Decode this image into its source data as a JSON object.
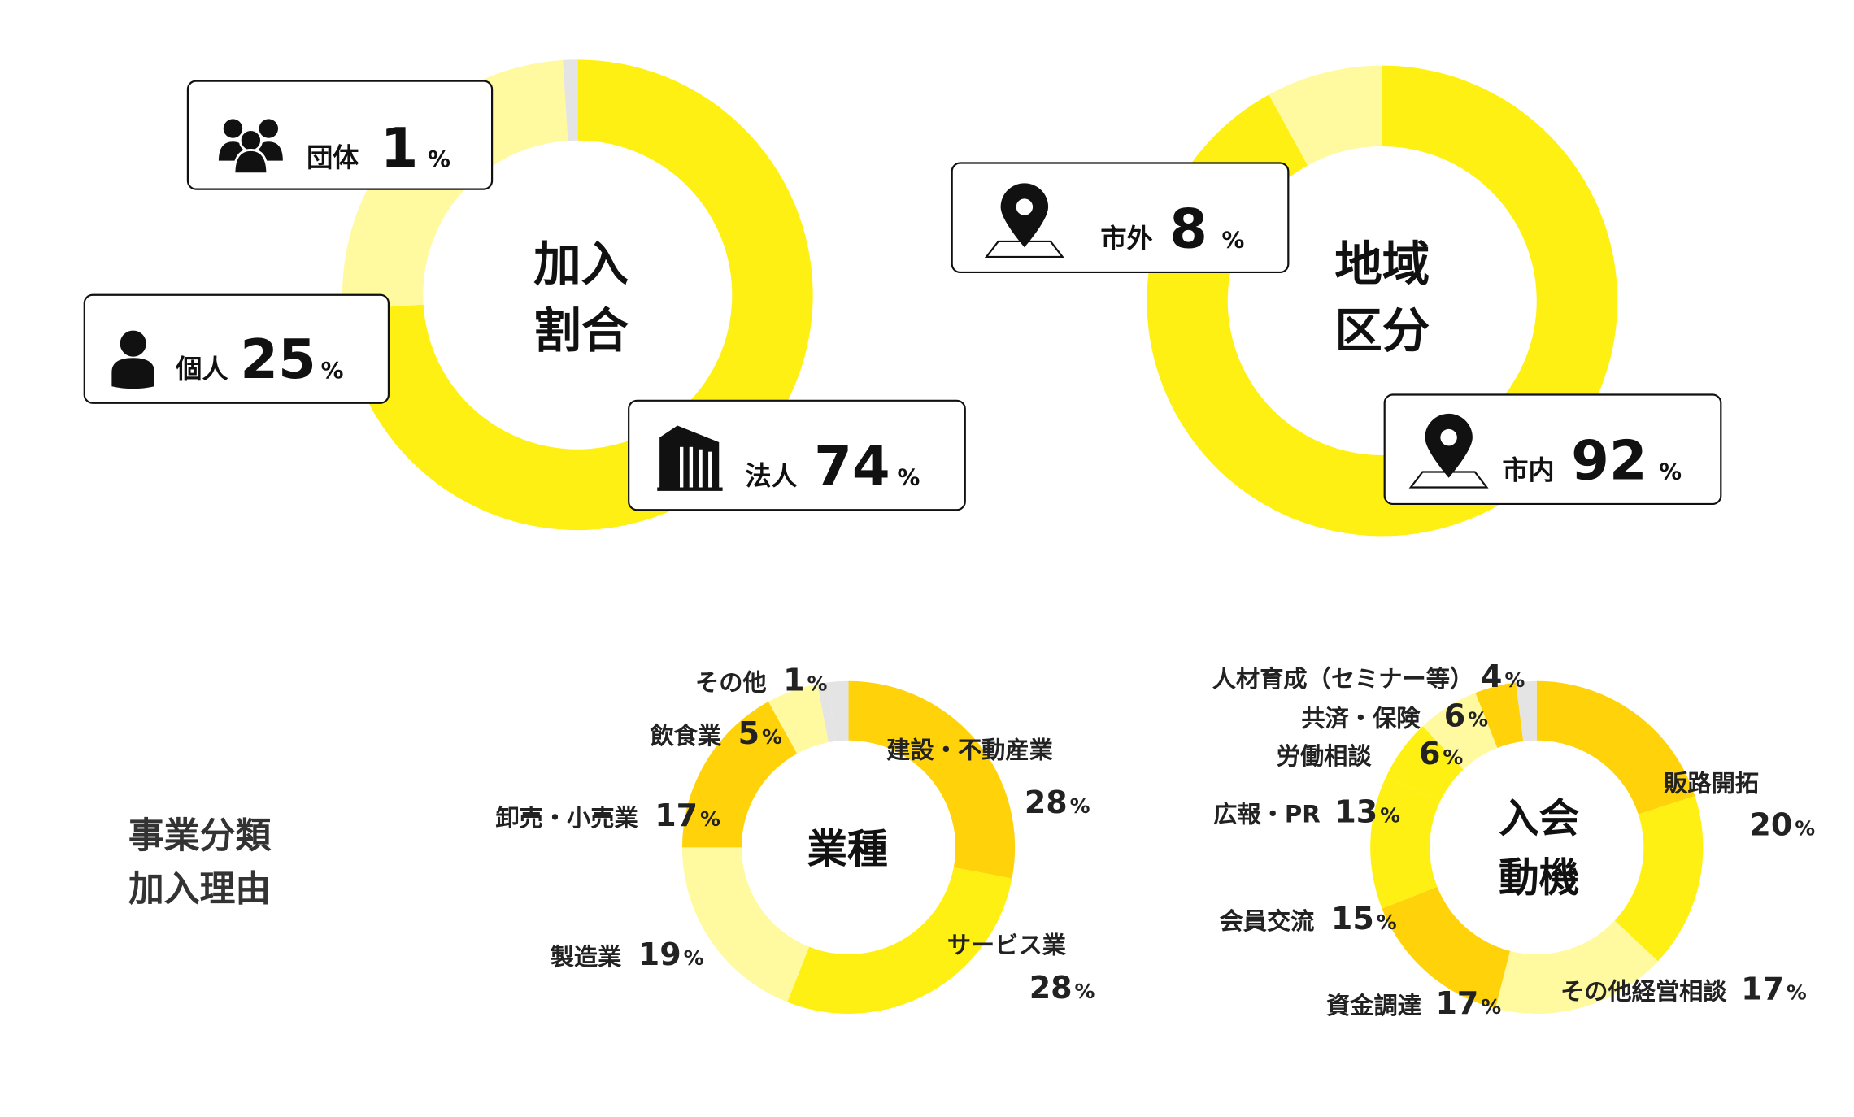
{
  "colors": {
    "yellow": "#FFF014",
    "orange": "#FFD20A",
    "light": "#FFF9A0",
    "gray": "#E4E4E4"
  },
  "chart_data": [
    {
      "type": "pie",
      "title_line1": "加入",
      "title_line2": "割合",
      "slices": [
        {
          "label": "法人",
          "value": 74,
          "color": "yellow"
        },
        {
          "label": "個人",
          "value": 25,
          "color": "light"
        },
        {
          "label": "団体",
          "value": 1,
          "color": "gray"
        }
      ]
    },
    {
      "type": "pie",
      "title_line1": "地域",
      "title_line2": "区分",
      "slices": [
        {
          "label": "市内",
          "value": 92,
          "color": "yellow"
        },
        {
          "label": "市外",
          "value": 8,
          "color": "light"
        }
      ]
    },
    {
      "type": "pie",
      "title_line1": "業種",
      "slices": [
        {
          "label": "建設・不動産業",
          "value": 28,
          "color": "orange"
        },
        {
          "label": "サービス業",
          "value": 28,
          "color": "yellow"
        },
        {
          "label": "製造業",
          "value": 19,
          "color": "light"
        },
        {
          "label": "卸売・小売業",
          "value": 17,
          "color": "orange"
        },
        {
          "label": "飲食業",
          "value": 5,
          "color": "light"
        },
        {
          "label": "その他",
          "value": 1,
          "color": "gray"
        }
      ]
    },
    {
      "type": "pie",
      "title_line1": "入会",
      "title_line2": "動機",
      "slices": [
        {
          "label": "販路開拓",
          "value": 20,
          "color": "orange"
        },
        {
          "label": "その他経営相談",
          "value": 17,
          "color": "yellow"
        },
        {
          "label": "資金調達",
          "value": 17,
          "color": "light"
        },
        {
          "label": "会員交流",
          "value": 15,
          "color": "orange"
        },
        {
          "label": "広報・PR",
          "value": 13,
          "color": "yellow"
        },
        {
          "label": "労働相談",
          "value": 6,
          "color": "yellow"
        },
        {
          "label": "共済・保険",
          "value": 6,
          "color": "light"
        },
        {
          "label": "人材育成（セミナー等）",
          "value": 4,
          "color": "orange"
        }
      ]
    }
  ],
  "side_heading": {
    "line1": "事業分類",
    "line2": "加入理由"
  },
  "pct_sign": "%"
}
